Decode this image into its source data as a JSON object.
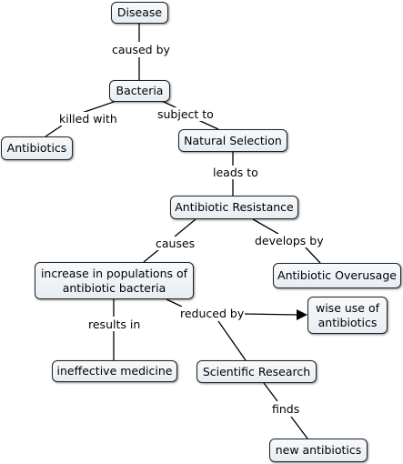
{
  "concept_map": {
    "concepts": {
      "disease": "Disease",
      "bacteria": "Bacteria",
      "antibiotics": "Antibiotics",
      "natural_selection": "Natural Selection",
      "antibiotic_resistance": "Antibiotic Resistance",
      "increase_populations": "increase in populations of\nantibiotic bacteria",
      "antibiotic_overusage": "Antibiotic Overusage",
      "wise_use": "wise use of\nantibiotics",
      "ineffective_medicine": "ineffective medicine",
      "scientific_research": "Scientific Research",
      "new_antibiotics": "new antibiotics"
    },
    "links": {
      "caused_by": "caused by",
      "killed_with": "killed with",
      "subject_to": "subject to",
      "leads_to": "leads to",
      "causes": "causes",
      "develops_by": "develops by",
      "results_in": "results in",
      "reduced_by": "reduced by",
      "finds": "finds"
    },
    "colors": {
      "node_fill": "#eef3f7",
      "line": "#000000"
    }
  }
}
